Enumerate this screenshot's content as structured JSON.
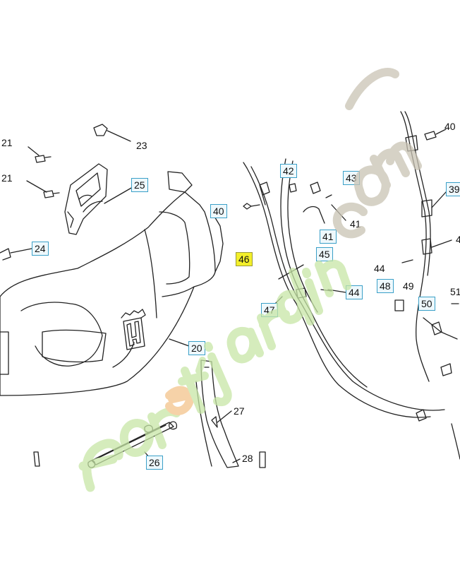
{
  "parts": {
    "p21a": "21",
    "p21b": "21",
    "p23": "23",
    "p25": "25",
    "p24": "24",
    "p40a": "40",
    "p40b": "40",
    "p42": "42",
    "p43": "43",
    "p41a": "41",
    "p41b": "41",
    "p39": "39",
    "p46": "46",
    "p45": "45",
    "p44a": "44",
    "p44b": "44",
    "p47": "47",
    "p48": "48",
    "p49": "49",
    "p50": "50",
    "p51": "51",
    "p4r": "4",
    "p20": "20",
    "p27": "27",
    "p26": "26",
    "p28": "28"
  },
  "colors": {
    "label_box_border": "#3aa0c8",
    "label_box_fill": "#eef8fc",
    "highlight_fill": "#f3ef2a",
    "line": "#222222",
    "watermark_green": "#c7e6a6",
    "watermark_orange": "#f4c48c",
    "watermark_gray": "#c9c3b4"
  }
}
